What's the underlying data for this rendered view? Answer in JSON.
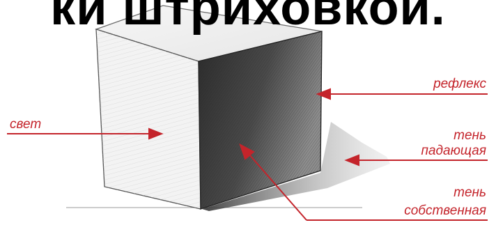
{
  "title": "ки штриховкой.",
  "labels": {
    "light": "свет",
    "reflex": "рефлекс",
    "cast_shadow_1": "тень",
    "cast_shadow_2": "падающая",
    "own_shadow_1": "тень",
    "own_shadow_2": "собственная"
  },
  "colors": {
    "annotation": "#c4242b",
    "title": "#000000"
  }
}
